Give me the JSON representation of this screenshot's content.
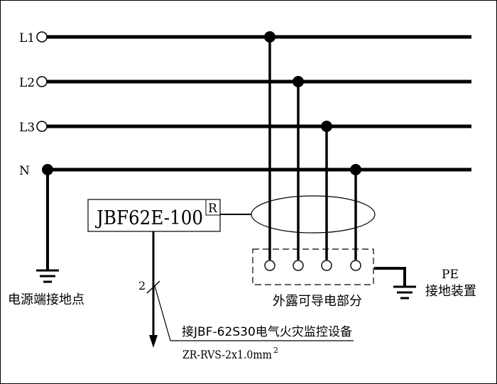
{
  "lines": {
    "l1": "L1",
    "l2": "L2",
    "l3": "L3",
    "n": "N"
  },
  "device": {
    "model": "JBF62E-100",
    "mark": "R"
  },
  "labels": {
    "source_ground": "电源端接地点",
    "exposed_parts": "外露可导电部分",
    "pe": "PE",
    "ground_device": "接地装置",
    "wire_count": "2",
    "connect_to": "接JBF-62S30电气火灾监控设备",
    "cable": "ZR-RVS-2x1.0mm",
    "cable_sup": "2"
  },
  "colors": {
    "ink": "#000000",
    "background": "#ffffff"
  }
}
